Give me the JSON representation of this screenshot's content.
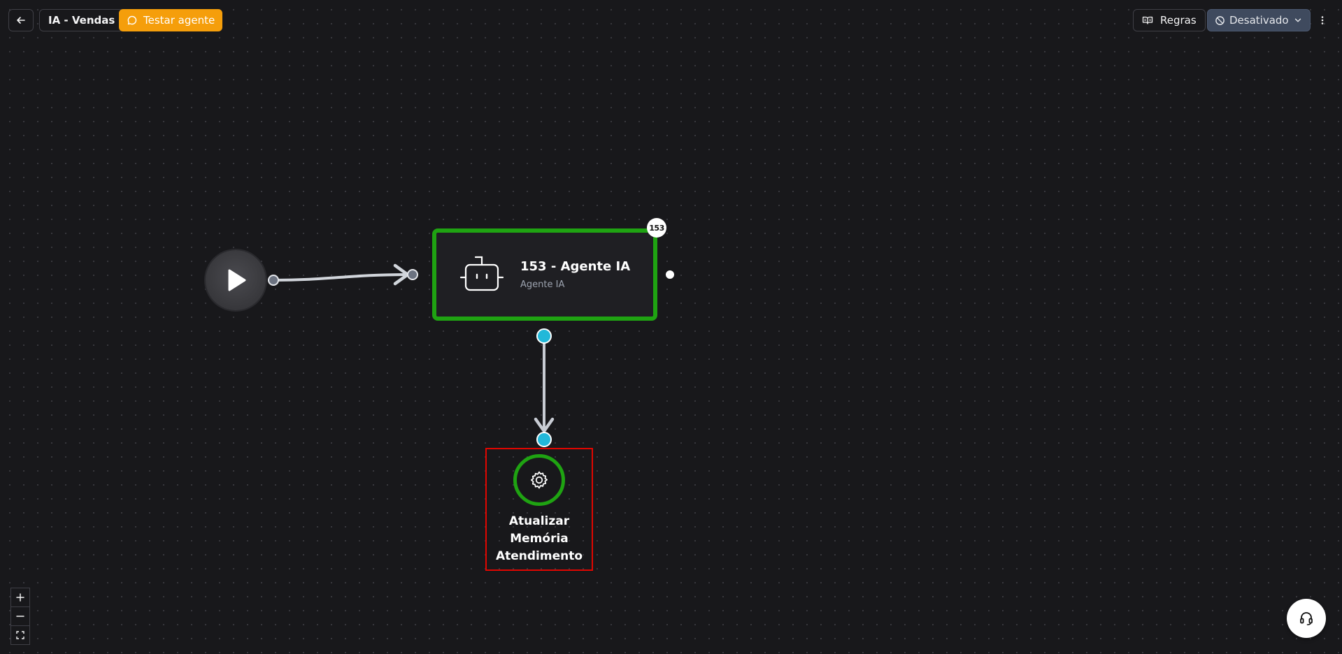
{
  "toolbar": {
    "flow_name": "IA - Vendas",
    "test_label": "Testar agente",
    "rules_label": "Regras",
    "status_label": "Desativado"
  },
  "nodes": {
    "agent": {
      "title": "153 - Agente IA",
      "subtitle": "Agente IA",
      "badge": "153"
    },
    "memory": {
      "label": "Atualizar Memória Atendimento"
    }
  },
  "colors": {
    "accent_orange": "#f59e0b",
    "node_border_green": "#1fa312",
    "handle_cyan": "#22b8d9",
    "selection_red": "#e10600",
    "status_bg": "#3f4a5e"
  },
  "icons": {
    "back": "arrow-left-icon",
    "test": "chat-bubble-icon",
    "rules": "book-open-icon",
    "status": "ban-icon",
    "status_dropdown": "chevron-down-icon",
    "menu": "more-vertical-icon",
    "start": "play-icon",
    "agent": "robot-icon",
    "memory": "gear-icon",
    "zoom_in": "plus-icon",
    "zoom_out": "minus-icon",
    "fit_view": "fit-view-icon",
    "support": "headset-icon"
  }
}
